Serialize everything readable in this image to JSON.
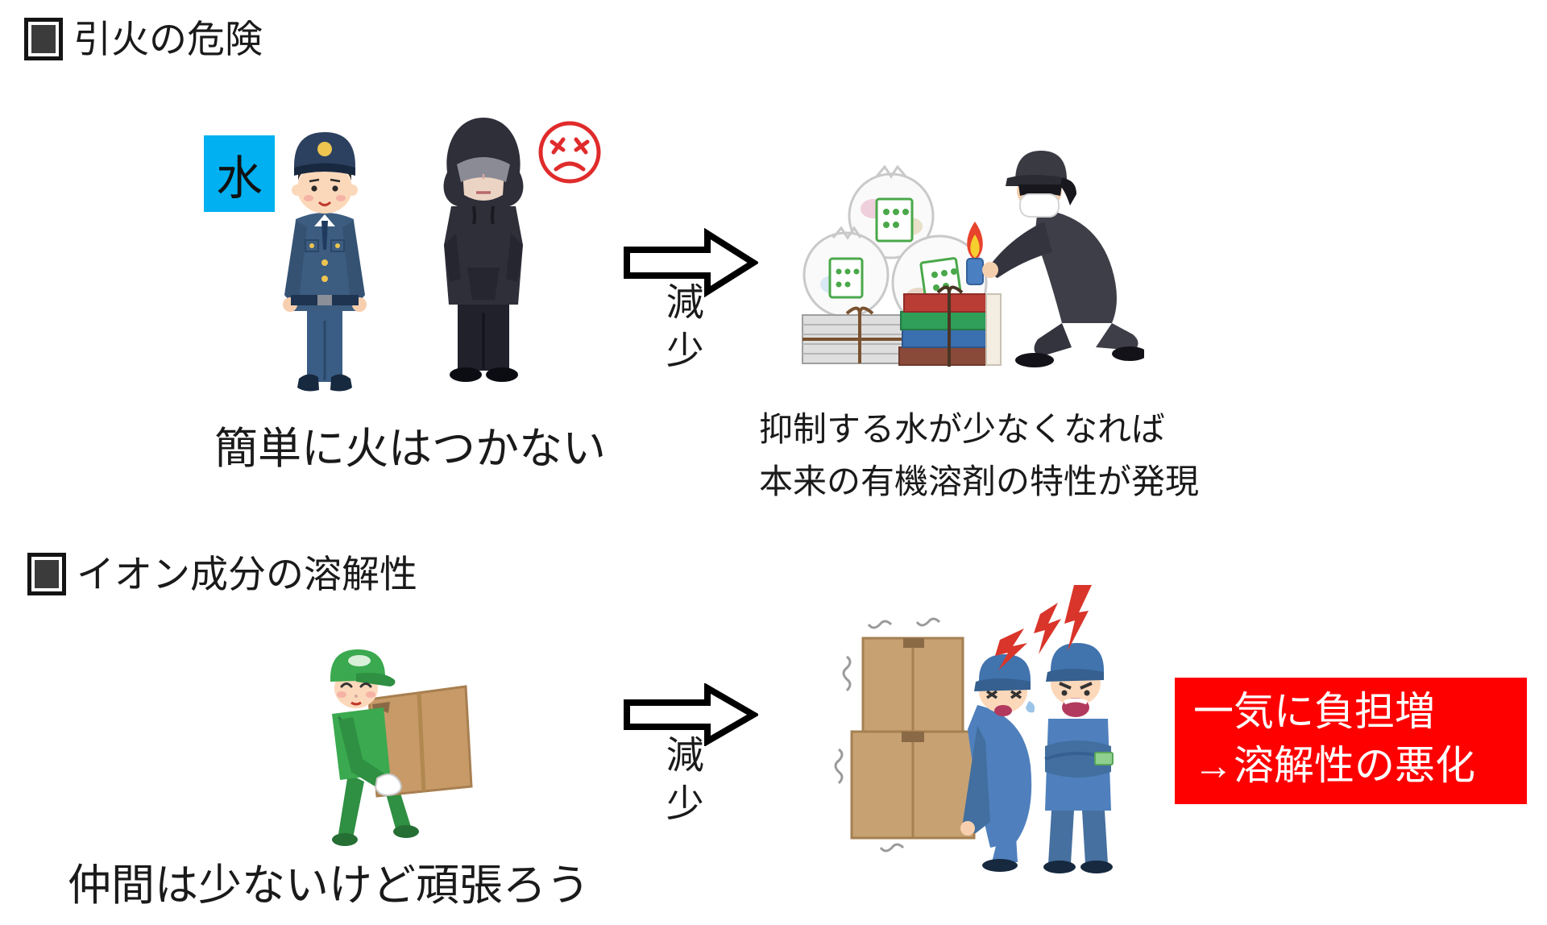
{
  "slide": {
    "background": "#ffffff",
    "text_color": "#1a1a1a"
  },
  "colors": {
    "water_chip_bg": "#00b0f0",
    "callout_bg": "#ff0000",
    "callout_text": "#ffffff",
    "arrow_fill": "#ffffff",
    "arrow_stroke": "#000000",
    "angry_mark_red": "#e02b2b",
    "police_uniform_navy": "#3c5c80",
    "hoodie_black": "#2e2f39",
    "delivery_green": "#3aa94f",
    "worker_blue": "#4f80bd",
    "cardboard_brown": "#c8a173",
    "lightning_red": "#d9352a"
  },
  "flammability": {
    "heading": "引火の危険",
    "bullet_icon": "filled-square-bullet",
    "water_chip": "水",
    "left_caption": "簡単に火はつかない",
    "arrow_label": "減少",
    "right_caption_lines": [
      "抑制する水が少なくなれば",
      "本来の有機溶剤の特性が発現"
    ],
    "left_illustration": "policeman-and-hooded-person",
    "badge_icon": "angry-face-mark",
    "right_illustration": "arsonist-lighting-trash"
  },
  "solubility": {
    "heading": "イオン成分の溶解性",
    "bullet_icon": "filled-square-bullet",
    "left_caption": "仲間は少ないけど頑張ろう",
    "arrow_label": "減少",
    "callout_lines": [
      "一気に負担増",
      "→溶解性の悪化"
    ],
    "left_illustration": "delivery-worker-carrying-box",
    "right_illustration": "struggling-workers-with-heavy-boxes"
  }
}
